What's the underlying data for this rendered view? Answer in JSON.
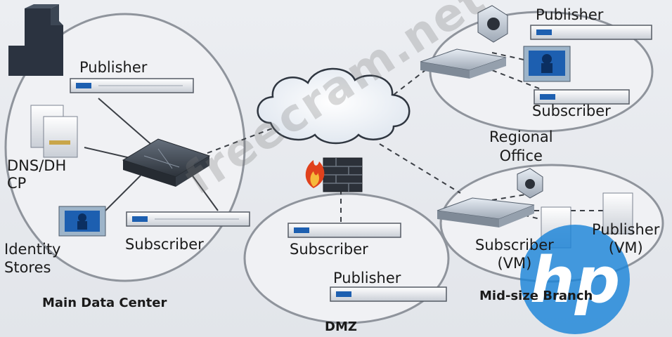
{
  "regions": {
    "main_data_center": "Main Data Center",
    "dmz": "DMZ",
    "regional_office": "Regional\nOffice",
    "mid_size_branch": "Mid-size Branch"
  },
  "nodes": {
    "mdc_publisher": "Publisher",
    "mdc_subscriber": "Subscriber",
    "dns_dhcp": "DNS/DH\nCP",
    "identity_stores": "Identity\nStores",
    "dmz_subscriber": "Subscriber",
    "dmz_publisher": "Publisher",
    "ro_publisher": "Publisher",
    "ro_subscriber": "Subscriber",
    "branch_subscriber": "Subscriber\n(VM)",
    "branch_publisher": "Publisher\n(VM)"
  },
  "watermark": "freecram.net",
  "logo": "hp",
  "colors": {
    "ellipse_stroke": "#8f949c",
    "ellipse_fill": "#f2f3f6",
    "device_blue": "#1d5fb0",
    "logo_blue": "#1b84d8",
    "firewall_flame": "#e0411c"
  }
}
